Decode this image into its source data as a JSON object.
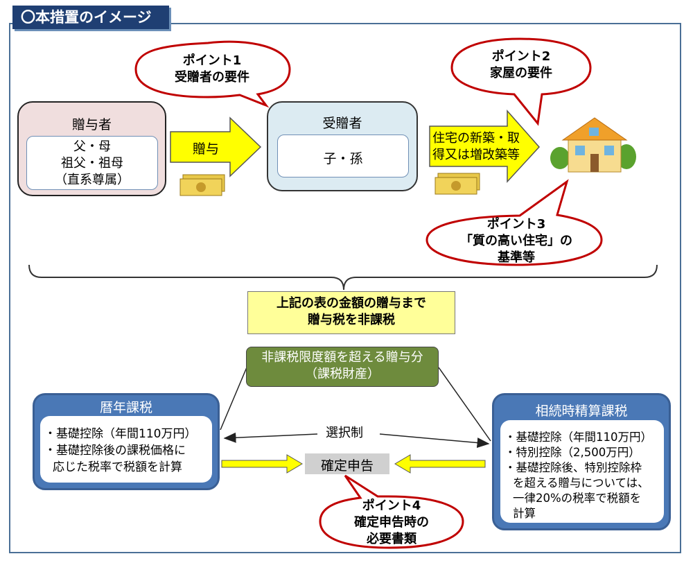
{
  "title": "〇本措置のイメージ",
  "point1": {
    "line1": "ポイント1",
    "line2": "受贈者の要件"
  },
  "point2": {
    "line1": "ポイント2",
    "line2": "家屋の要件"
  },
  "point3": {
    "line1": "ポイント3",
    "line2": "「質の高い住宅」の",
    "line3": "基準等"
  },
  "point4": {
    "line1": "ポイント4",
    "line2": "確定申告時の",
    "line3": "必要書類"
  },
  "giver": {
    "title": "贈与者",
    "line1": "父・母",
    "line2": "祖父・祖母",
    "line3": "（直系尊属）"
  },
  "gift_arrow": "贈与",
  "receiver": {
    "title": "受贈者",
    "value": "子・孫"
  },
  "housing_arrow": {
    "line1": "住宅の新築・取",
    "line2": "得又は増改築等"
  },
  "summary": {
    "line1": "上記の表の金額の贈与まで",
    "line2": "贈与税を非課税"
  },
  "excess": {
    "line1": "非課税限度額を超える贈与分",
    "line2": "（課税財産）"
  },
  "calendar_tax": {
    "title": "暦年課税",
    "line1": "・基礎控除（年間110万円）",
    "line2": "・基礎控除後の課税価格に",
    "line3": "応じた税率で税額を計算"
  },
  "inheritance_tax": {
    "title": "相続時精算課税",
    "line1": "・基礎控除（年間110万円）",
    "line2": "・特別控除（2,500万円）",
    "line3": "・基礎控除後、特別控除枠",
    "line4": "を超える贈与については、",
    "line5": "一律20%の税率で税額を",
    "line6": "計算"
  },
  "selection": "選択制",
  "final_return": "確定申告",
  "colors": {
    "frame": "#4a6f96",
    "title_bg": "#1f3f73",
    "bubble_border": "#c00000",
    "arrow_yellow": "#ffff00",
    "green": "#6e8b3d",
    "blue": "#4a78b6"
  }
}
